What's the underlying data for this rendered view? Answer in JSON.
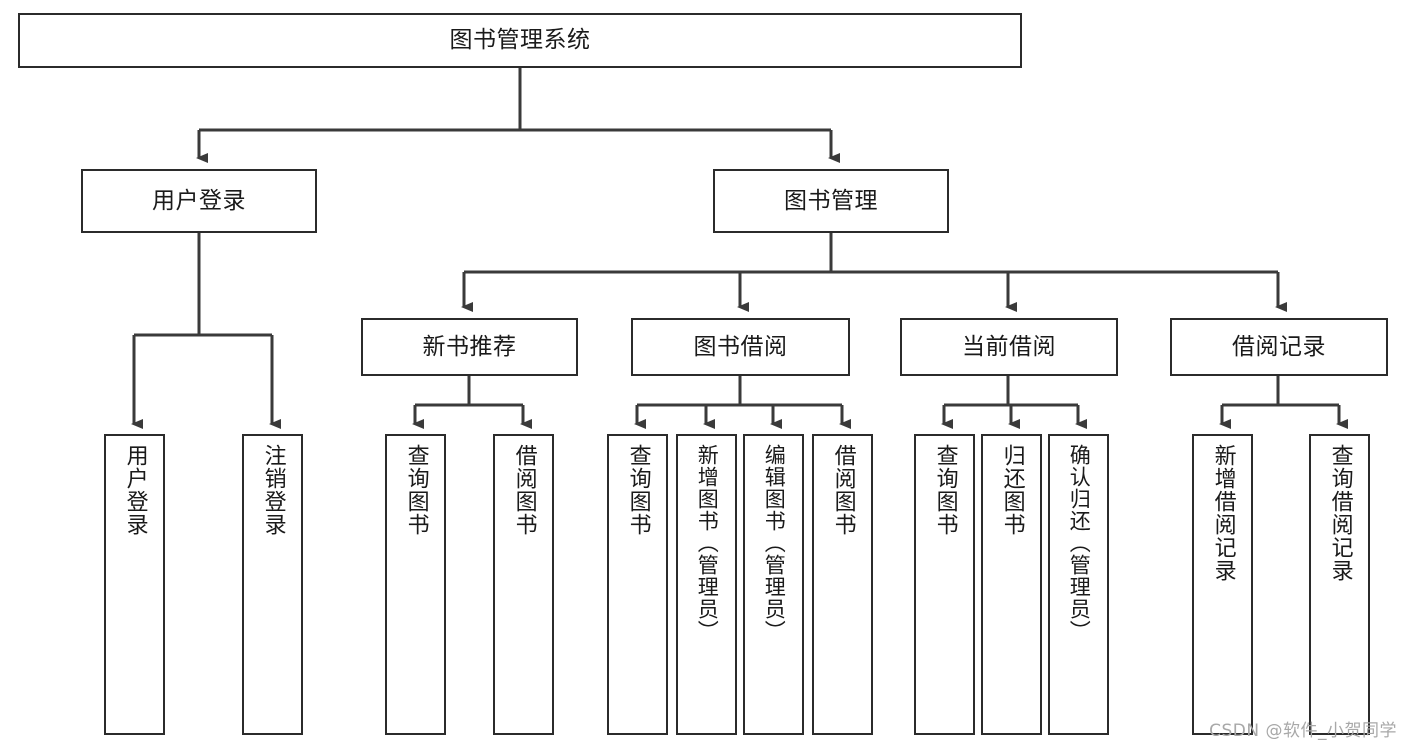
{
  "diagram": {
    "title": "图书管理系统",
    "type": "hierarchy-tree",
    "watermark": "CSDN @软件_小贺同学",
    "colors": {
      "box_stroke": "#2b2b2b",
      "box_fill": "#ffffff",
      "connector": "#3a3a3a",
      "text": "#1a1a1a",
      "watermark": "#a8a8a8"
    },
    "root": {
      "label": "图书管理系统"
    },
    "level2": [
      {
        "label": "用户登录"
      },
      {
        "label": "图书管理"
      }
    ],
    "level3": [
      {
        "label": "新书推荐"
      },
      {
        "label": "图书借阅"
      },
      {
        "label": "当前借阅"
      },
      {
        "label": "借阅记录"
      }
    ],
    "leaves": {
      "user_login": [
        {
          "label": "用户登录"
        },
        {
          "label": "注销登录"
        }
      ],
      "new_book_recommend": [
        {
          "label": "查询图书"
        },
        {
          "label": "借阅图书"
        }
      ],
      "book_borrow": [
        {
          "label": "查询图书"
        },
        {
          "label": "新增图书（管理员）"
        },
        {
          "label": "编辑图书（管理员）"
        },
        {
          "label": "借阅图书"
        }
      ],
      "current_borrow": [
        {
          "label": "查询图书"
        },
        {
          "label": "归还图书"
        },
        {
          "label": "确认归还（管理员）"
        }
      ],
      "borrow_record": [
        {
          "label": "新增借阅记录"
        },
        {
          "label": "查询借阅记录"
        }
      ]
    }
  }
}
